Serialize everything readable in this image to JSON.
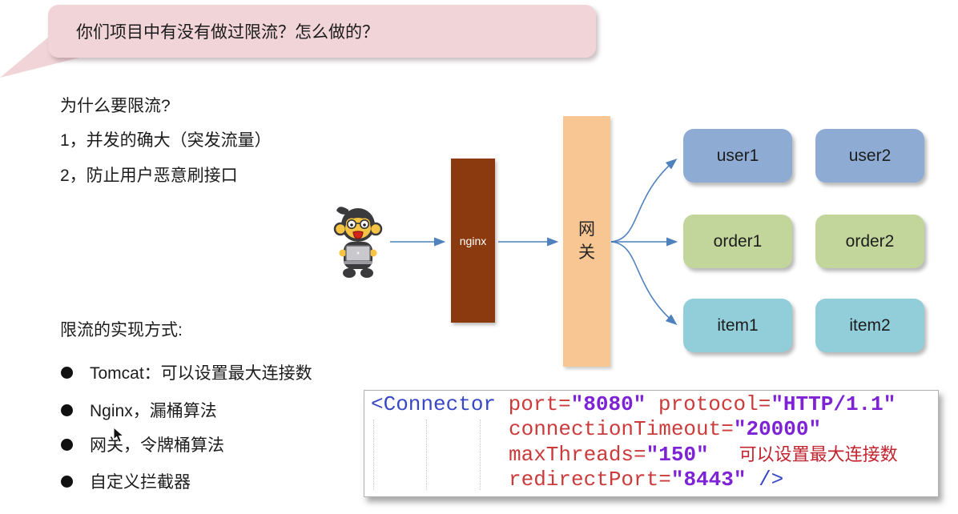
{
  "question_bubble": {
    "text": "你们项目中有没有做过限流？怎么做的？"
  },
  "why_section": {
    "title": "为什么要限流?",
    "point1": "1，并发的确大（突发流量）",
    "point2": "2，防止用户恶意刷接口"
  },
  "methods_section": {
    "title": "限流的实现方式:",
    "items": [
      "Tomcat：可以设置最大连接数",
      "Nginx，漏桶算法",
      "网关，令牌桶算法",
      "自定义拦截器"
    ]
  },
  "diagram": {
    "client_icon": "developer-monkey",
    "nginx": {
      "label": "nginx",
      "color": "#8a3a0e"
    },
    "gateway": {
      "label": "网关",
      "color": "#f8c693"
    },
    "services": [
      {
        "label": "user1",
        "color": "#8dabd3"
      },
      {
        "label": "user2",
        "color": "#8dabd3"
      },
      {
        "label": "order1",
        "color": "#c2d69b"
      },
      {
        "label": "order2",
        "color": "#c2d69b"
      },
      {
        "label": "item1",
        "color": "#92cdda"
      },
      {
        "label": "item2",
        "color": "#92cdda"
      }
    ],
    "arrow_color": "#4f81bd"
  },
  "code_block": {
    "line1": {
      "tag": "<Connector",
      "attr1": "port=",
      "val1": "\"8080\"",
      "attr2": "protocol=",
      "val2": "\"HTTP/1.1\""
    },
    "line2": {
      "attr": "connectionTimeout=",
      "val": "\"20000\""
    },
    "line3": {
      "attr": "maxThreads=",
      "val": "\"150\"",
      "note": "可以设置最大连接数"
    },
    "line4": {
      "attr": "redirectPort=",
      "val": "\"8443\"",
      "close": "/>"
    },
    "colors": {
      "tag": "#3848c4",
      "attr": "#cc3b3b",
      "value": "#7d22d4",
      "note": "#c2232e"
    }
  }
}
